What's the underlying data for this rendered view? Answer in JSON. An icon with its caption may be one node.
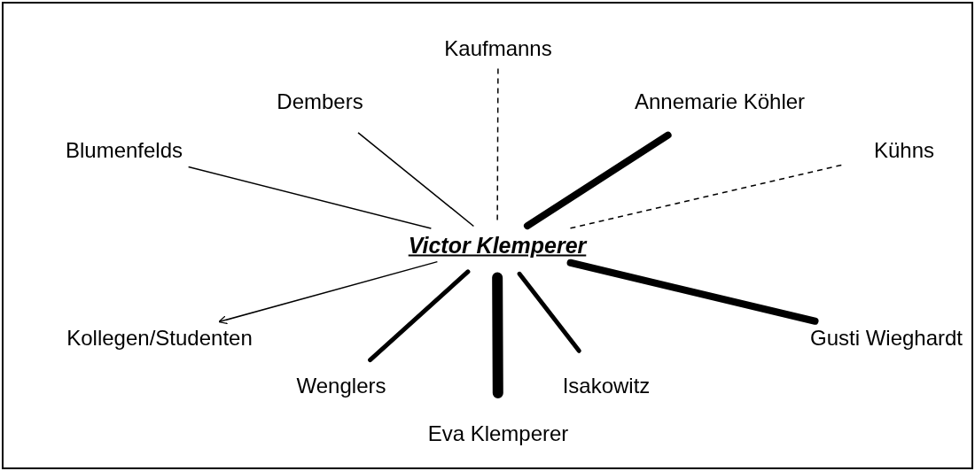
{
  "diagram": {
    "nodes": [
      {
        "text": [
          "Victor Klemperer"
        ]
      },
      {
        "text": [
          "Kaufmanns"
        ]
      },
      {
        "text": [
          "Dembers"
        ]
      },
      {
        "text": [
          "Annemarie Köhler"
        ]
      },
      {
        "text": [
          "Blumenfelds"
        ]
      },
      {
        "text": [
          "Kühns"
        ]
      },
      {
        "text": [
          "Kollegen/Studenten"
        ]
      },
      {
        "text": [
          "Wenglers"
        ]
      },
      {
        "text": [
          "Gusti Wieghardt"
        ]
      },
      {
        "text": [
          "Isakowitz"
        ]
      },
      {
        "text": [
          "Eva Klemperer"
        ]
      }
    ],
    "edges": [
      {
        "from": 0,
        "to": 4,
        "arrow": "none"
      },
      {
        "from": 0,
        "to": 2,
        "arrow": "none"
      },
      {
        "from": 0,
        "to": 1,
        "arrow": "none",
        "style": "dashed"
      },
      {
        "from": 0,
        "to": 3,
        "arrow": "none",
        "style": "thick"
      },
      {
        "from": 0,
        "to": 5,
        "arrow": "none",
        "style": "dashed"
      },
      {
        "from": 0,
        "to": 6,
        "arrow": "to"
      },
      {
        "from": 0,
        "to": 7,
        "arrow": "none",
        "style": "thick"
      },
      {
        "from": 0,
        "to": 10,
        "arrow": "none",
        "style": "thick"
      },
      {
        "from": 0,
        "to": 9,
        "arrow": "none",
        "style": "thick"
      },
      {
        "from": 0,
        "to": 8,
        "arrow": "none",
        "style": "thick"
      }
    ]
  }
}
